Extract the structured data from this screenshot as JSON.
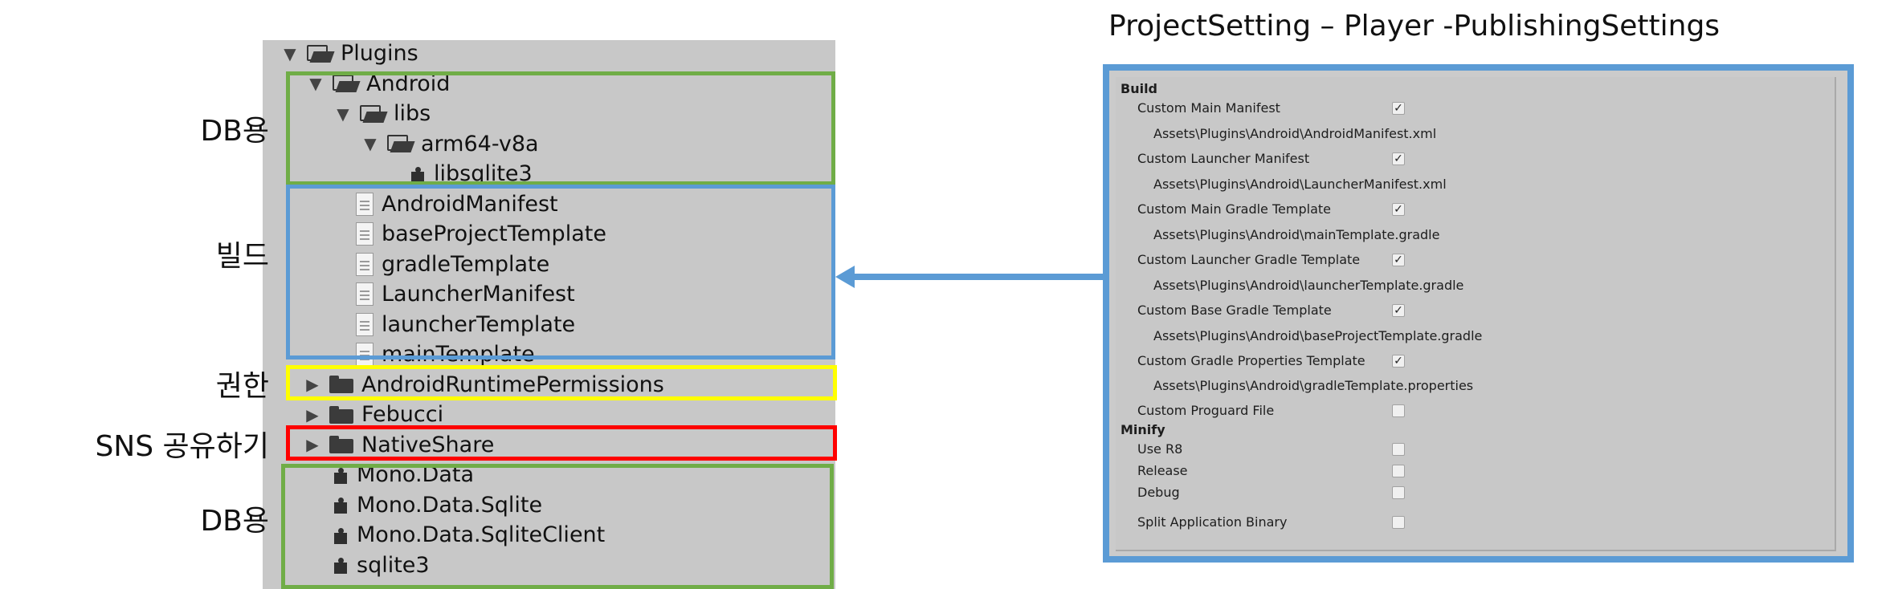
{
  "tree": {
    "rows": [
      {
        "label": "Plugins",
        "kind": "folder-open",
        "expanded": true
      },
      {
        "label": "Android",
        "kind": "folder-open",
        "expanded": true
      },
      {
        "label": "libs",
        "kind": "folder-open",
        "expanded": true
      },
      {
        "label": "arm64-v8a",
        "kind": "folder-open",
        "expanded": true
      },
      {
        "label": "libsqlite3",
        "kind": "plugin"
      },
      {
        "label": "AndroidManifest",
        "kind": "file"
      },
      {
        "label": "baseProjectTemplate",
        "kind": "file"
      },
      {
        "label": "gradleTemplate",
        "kind": "file"
      },
      {
        "label": "LauncherManifest",
        "kind": "file"
      },
      {
        "label": "launcherTemplate",
        "kind": "file"
      },
      {
        "label": "mainTemplate",
        "kind": "file"
      },
      {
        "label": "AndroidRuntimePermissions",
        "kind": "folder",
        "expanded": false
      },
      {
        "label": "Febucci",
        "kind": "folder",
        "expanded": false
      },
      {
        "label": "NativeShare",
        "kind": "folder",
        "expanded": false
      },
      {
        "label": "Mono.Data",
        "kind": "plugin"
      },
      {
        "label": "Mono.Data.Sqlite",
        "kind": "plugin"
      },
      {
        "label": "Mono.Data.SqliteClient",
        "kind": "plugin"
      },
      {
        "label": "sqlite3",
        "kind": "plugin"
      }
    ]
  },
  "annotations": {
    "db_top": "DB용",
    "build": "빌드",
    "permission": "권한",
    "sns_share": "SNS 공유하기",
    "db_bottom": "DB용"
  },
  "colors": {
    "green": "#70ad47",
    "blue": "#5b9bd5",
    "yellow": "#ffff00",
    "red": "#ff0000"
  },
  "settings": {
    "title": "ProjectSetting – Player -PublishingSettings",
    "build_header": "Build",
    "rows": [
      {
        "label": "Custom Main Manifest",
        "checked": true
      },
      {
        "path": "Assets\\Plugins\\Android\\AndroidManifest.xml"
      },
      {
        "label": "Custom Launcher Manifest",
        "checked": true
      },
      {
        "path": "Assets\\Plugins\\Android\\LauncherManifest.xml"
      },
      {
        "label": "Custom Main Gradle Template",
        "checked": true
      },
      {
        "path": "Assets\\Plugins\\Android\\mainTemplate.gradle"
      },
      {
        "label": "Custom Launcher Gradle Template",
        "checked": true
      },
      {
        "path": "Assets\\Plugins\\Android\\launcherTemplate.gradle"
      },
      {
        "label": "Custom Base Gradle Template",
        "checked": true
      },
      {
        "path": "Assets\\Plugins\\Android\\baseProjectTemplate.gradle"
      },
      {
        "label": "Custom Gradle Properties Template",
        "checked": true
      },
      {
        "path": "Assets\\Plugins\\Android\\gradleTemplate.properties"
      },
      {
        "label": "Custom Proguard File",
        "checked": false
      }
    ],
    "minify_header": "Minify",
    "minify_rows": [
      {
        "label": "Use R8",
        "checked": false
      },
      {
        "label": "Release",
        "checked": false
      },
      {
        "label": "Debug",
        "checked": false
      }
    ],
    "split_binary": {
      "label": "Split Application Binary",
      "checked": false
    },
    "check_glyph": "✓"
  }
}
